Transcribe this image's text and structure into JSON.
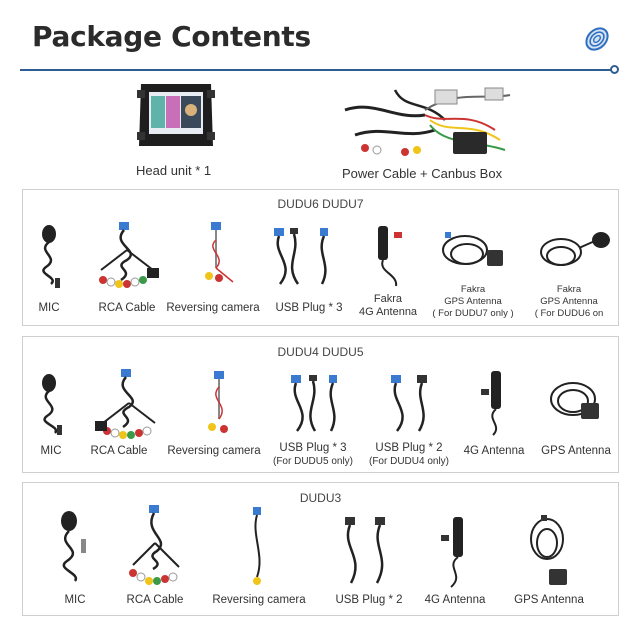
{
  "header": {
    "title": "Package Contents",
    "logo_icon": "spiral-logo-icon",
    "accent": "#2f5d93"
  },
  "top": {
    "head_unit": "Head unit * 1",
    "power_cable": "Power Cable + Canbus Box"
  },
  "dudu67": {
    "title": "DUDU6  DUDU7",
    "items": [
      {
        "label": "MIC"
      },
      {
        "label": "RCA Cable"
      },
      {
        "label": "Reversing camera"
      },
      {
        "label": "USB Plug * 3"
      },
      {
        "line1": "Fakra",
        "line2": "4G Antenna"
      },
      {
        "line1": "Fakra",
        "line2": "GPS Antenna",
        "line3": "( For DUDU7 only )"
      },
      {
        "line1": "Fakra",
        "line2": "GPS Antenna",
        "line3": "( For DUDU6 on"
      }
    ]
  },
  "dudu45": {
    "title": "DUDU4  DUDU5",
    "items": [
      {
        "label": "MIC"
      },
      {
        "label": "RCA Cable"
      },
      {
        "label": "Reversing camera"
      },
      {
        "label": "USB Plug * 3",
        "note": "(For DUDU5 only)"
      },
      {
        "label": "USB Plug * 2",
        "note": "(For DUDU4 only)"
      },
      {
        "label": "4G Antenna"
      },
      {
        "label": "GPS Antenna"
      }
    ]
  },
  "dudu3": {
    "title": "DUDU3",
    "items": [
      {
        "label": "MIC"
      },
      {
        "label": "RCA Cable"
      },
      {
        "label": "Reversing camera"
      },
      {
        "label": "USB Plug * 2"
      },
      {
        "label": "4G Antenna"
      },
      {
        "label": "GPS Antenna"
      }
    ]
  }
}
